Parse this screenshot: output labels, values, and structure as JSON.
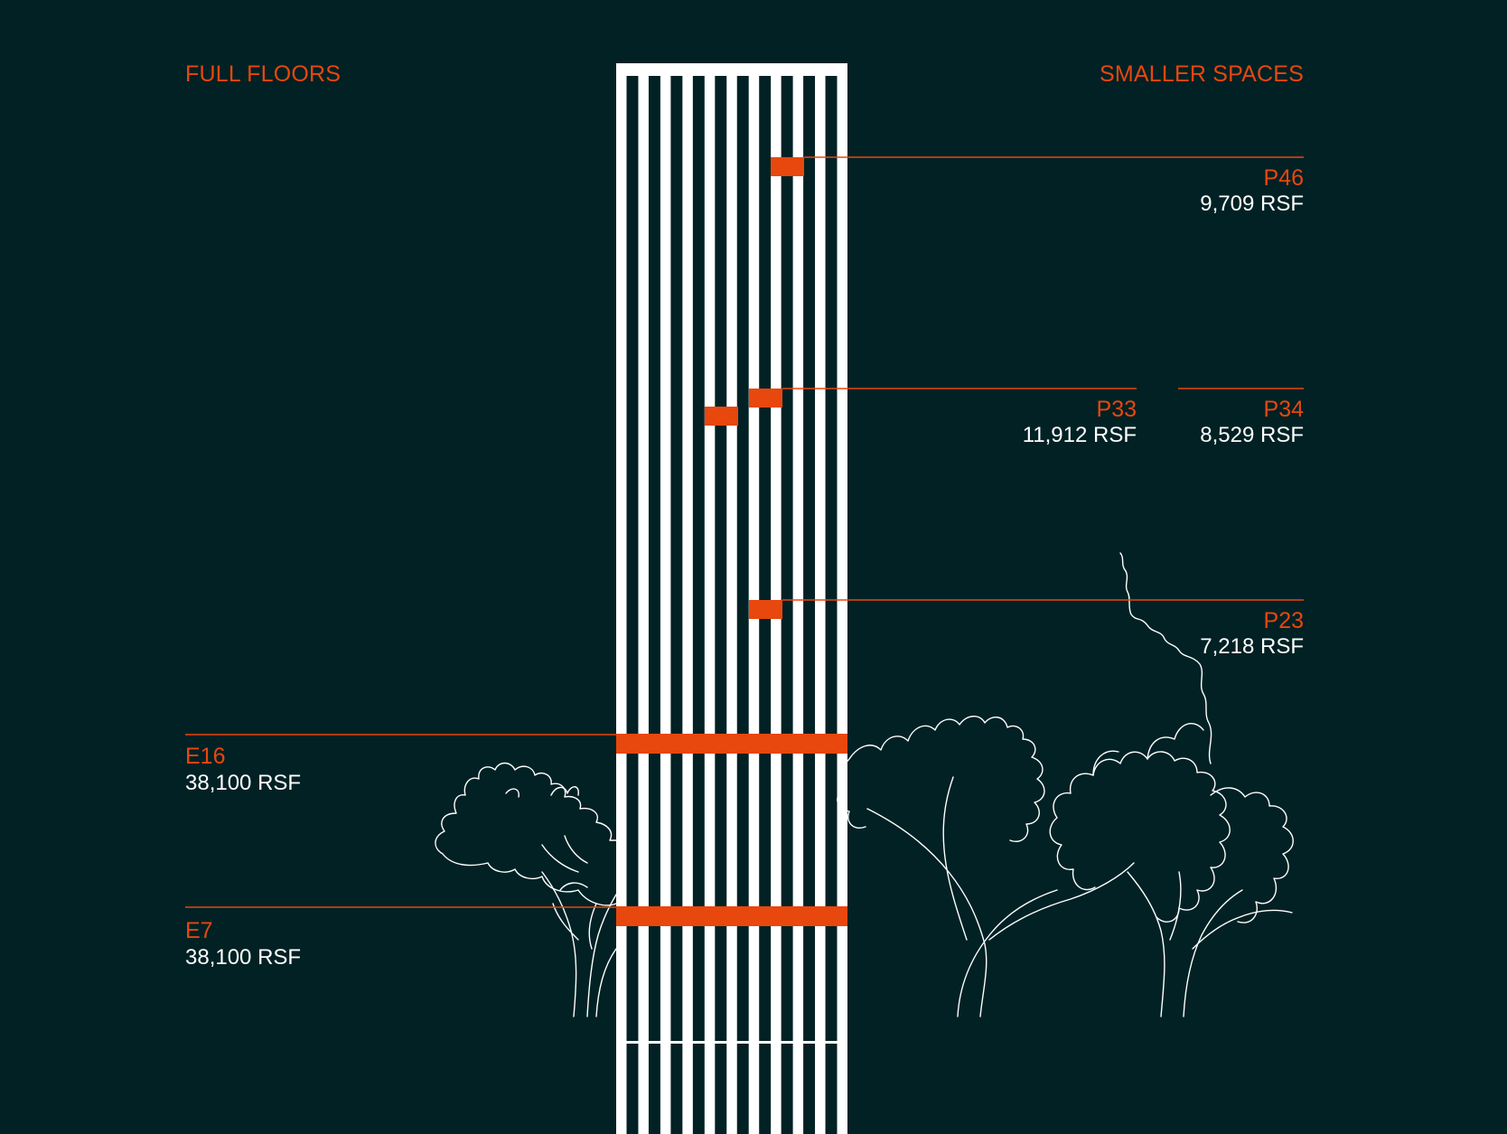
{
  "colors": {
    "background": "#012124",
    "accent": "#e8470d",
    "building": "#ffffff",
    "text_primary": "#ffffff"
  },
  "headers": {
    "left": "FULL FLOORS",
    "right": "SMALLER SPACES"
  },
  "full_floors": [
    {
      "code": "E16",
      "area": "38,100 RSF"
    },
    {
      "code": "E7",
      "area": "38,100 RSF"
    }
  ],
  "smaller_spaces": [
    {
      "code": "P46",
      "area": "9,709 RSF"
    },
    {
      "code": "P33",
      "area": "11,912 RSF"
    },
    {
      "code": "P34",
      "area": "8,529 RSF"
    },
    {
      "code": "P23",
      "area": "7,218 RSF"
    }
  ],
  "decorations": {
    "trees": "tree-outline-icon"
  }
}
